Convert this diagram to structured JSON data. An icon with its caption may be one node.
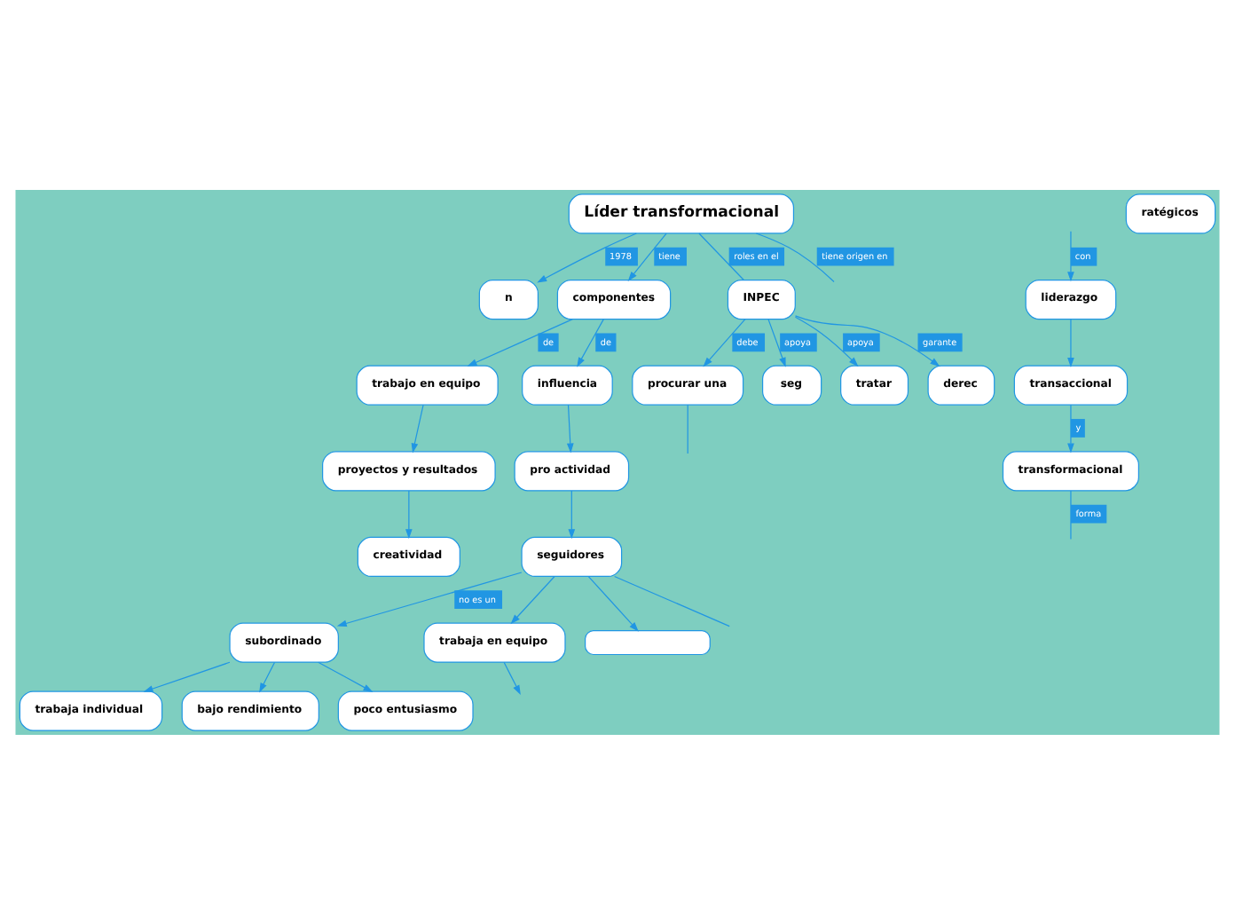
{
  "diagram": {
    "nodes": [
      {
        "text": [
          "Líder transformacional"
        ]
      },
      {
        "text": [
          "n"
        ]
      },
      {
        "text": [
          "componentes"
        ]
      },
      {
        "text": [
          "liderazgo"
        ]
      },
      {
        "text": [
          "trabajo en equipo"
        ]
      },
      {
        "text": [
          "influencia"
        ]
      },
      {
        "text": [
          "INPEC"
        ]
      },
      {
        "text": [
          "transaccional"
        ]
      },
      {
        "text": [
          "proyectos y resultados"
        ]
      },
      {
        "text": [
          "trabaja individual"
        ]
      },
      {
        "text": [
          "subordinado"
        ]
      },
      {
        "text": [
          "bajo rendimiento"
        ]
      },
      {
        "text": [
          "pro actividad"
        ]
      },
      {
        "text": [
          "poco entusiasmo"
        ]
      },
      {
        "text": [
          "transformacional"
        ]
      },
      {
        "text": [
          "seguidores"
        ]
      },
      {
        "text": [
          "trabaja en equipo"
        ]
      },
      {
        "text": [
          "procurar una"
        ]
      },
      {
        "text": [
          "creatividad"
        ]
      },
      {
        "text": [
          "ratégicos"
        ]
      },
      {
        "text": [
          "seg"
        ]
      },
      {
        "text": [
          "tratar"
        ]
      },
      {
        "text": [
          "derec"
        ]
      },
      {
        "text": [],
        "shape": "box"
      }
    ],
    "edges": [
      {
        "from": 0,
        "to": 1,
        "arrow": "to",
        "label": "1978"
      },
      {
        "from": 0,
        "to": null,
        "arrow": "none",
        "label": "tiene origen en"
      },
      {
        "from": 0,
        "to": 2,
        "arrow": "to",
        "label": "tiene"
      },
      {
        "from": 0,
        "to": 6,
        "arrow": "none",
        "label": "roles en el"
      },
      {
        "from": null,
        "to": 3,
        "arrow": "to",
        "label": "con"
      },
      {
        "from": 2,
        "to": 4,
        "arrow": "to",
        "label": "de"
      },
      {
        "from": 2,
        "to": 5,
        "arrow": "to",
        "label": "de"
      },
      {
        "from": 3,
        "to": 7,
        "arrow": "to"
      },
      {
        "from": 7,
        "to": 14,
        "arrow": "to",
        "label": "y"
      },
      {
        "from": 14,
        "to": null,
        "arrow": "none",
        "label": "forma"
      },
      {
        "from": 4,
        "to": 8,
        "arrow": "to"
      },
      {
        "from": 8,
        "to": 18,
        "arrow": "to"
      },
      {
        "from": 5,
        "to": 12,
        "arrow": "to"
      },
      {
        "from": 12,
        "to": 15,
        "arrow": "to"
      },
      {
        "from": 15,
        "to": 10,
        "arrow": "to",
        "label": "no es un"
      },
      {
        "from": 15,
        "to": 16,
        "arrow": "to"
      },
      {
        "from": 15,
        "to": 23,
        "arrow": "to"
      },
      {
        "from": 15,
        "to": null,
        "arrow": "none"
      },
      {
        "from": 10,
        "to": 9,
        "arrow": "to"
      },
      {
        "from": 10,
        "to": 11,
        "arrow": "to"
      },
      {
        "from": 10,
        "to": 13,
        "arrow": "to"
      },
      {
        "from": 16,
        "to": null,
        "arrow": "to"
      },
      {
        "from": 6,
        "to": 17,
        "arrow": "to",
        "label": "debe"
      },
      {
        "from": 17,
        "to": null,
        "arrow": "none"
      },
      {
        "from": 6,
        "to": 20,
        "arrow": "to",
        "label": "apoya"
      },
      {
        "from": 6,
        "to": 21,
        "arrow": "to",
        "label": "apoya"
      },
      {
        "from": 6,
        "to": 22,
        "arrow": "to",
        "label": "garante"
      }
    ]
  }
}
